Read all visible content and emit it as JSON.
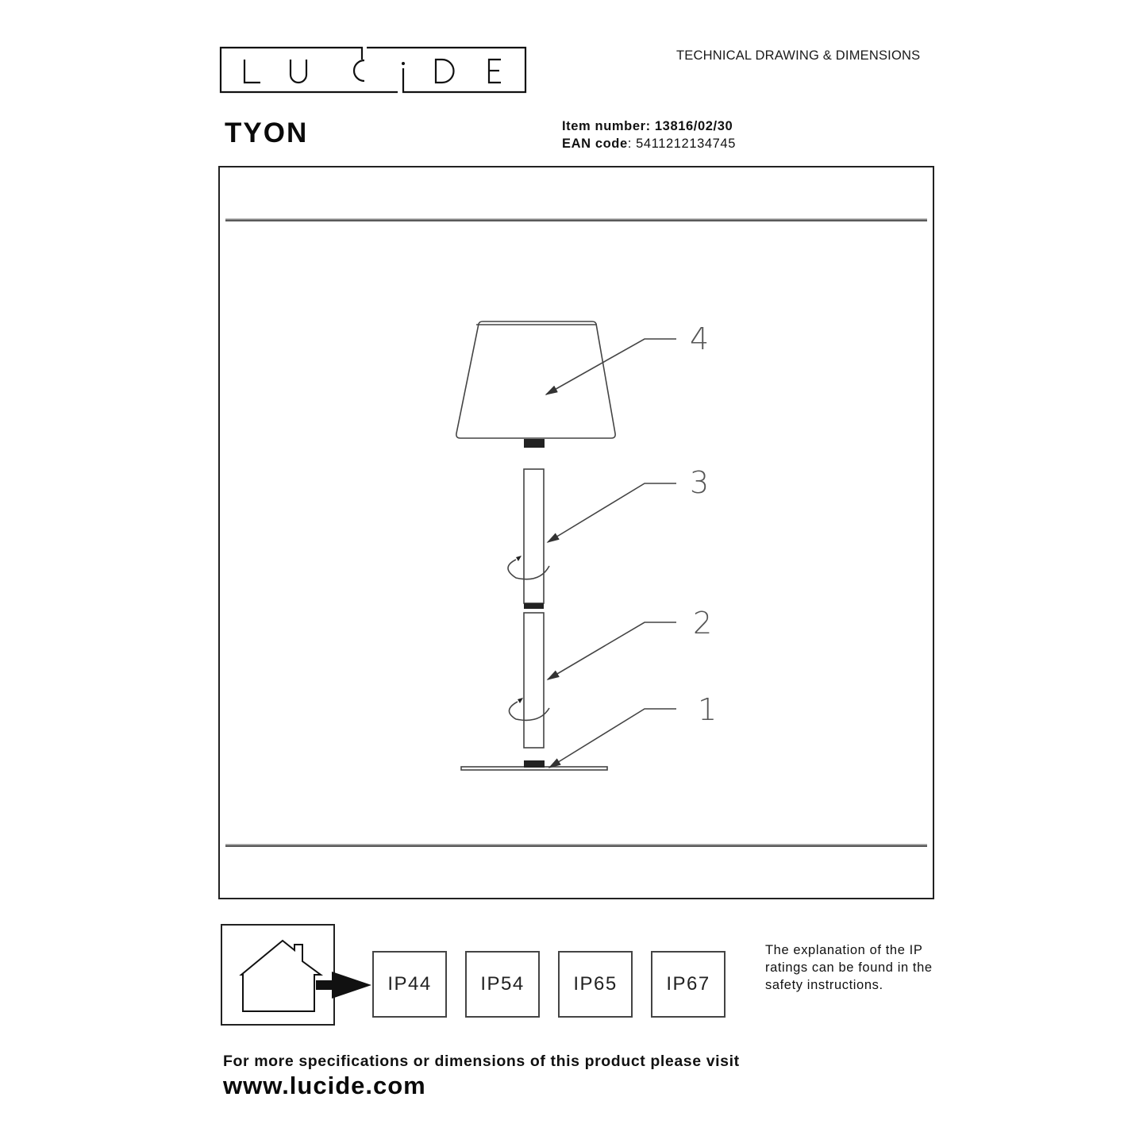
{
  "brand": {
    "logo_letters": [
      "L",
      "U",
      "C",
      "i",
      "D",
      "E"
    ]
  },
  "header": {
    "label": "TECHNICAL DRAWING & DIMENSIONS"
  },
  "product": {
    "name": "TYON",
    "item_number_label": "Item number:",
    "item_number": "13816/02/30",
    "ean_label": "EAN code",
    "ean_separator": ":",
    "ean_code": "5411212134745"
  },
  "drawing": {
    "callouts": [
      {
        "number": "4",
        "part": "shade"
      },
      {
        "number": "3",
        "part": "upper stem"
      },
      {
        "number": "2",
        "part": "lower stem"
      },
      {
        "number": "1",
        "part": "base"
      }
    ],
    "line_color": "#444444"
  },
  "ip_ratings": {
    "icon": "house-icon",
    "arrow_icon": "arrow-right-icon",
    "items": [
      "IP44",
      "IP54",
      "IP65",
      "IP67"
    ],
    "note": "The explanation of the IP ratings can be found in the safety instructions."
  },
  "footer": {
    "text": "For more specifications or dimensions of this product please visit",
    "url": "www.lucide.com"
  }
}
